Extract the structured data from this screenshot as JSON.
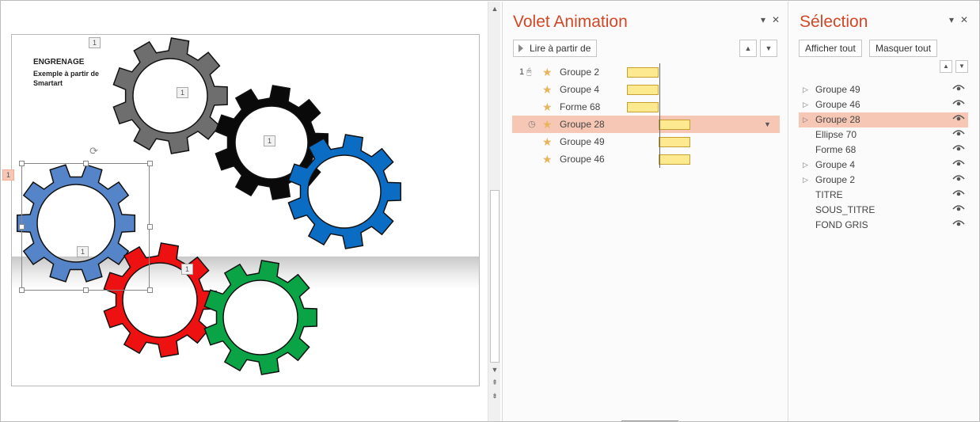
{
  "slide": {
    "title": "ENGRENAGE",
    "subtitle": "Exemple à partir de Smartart",
    "tags": [
      "1",
      "1",
      "1",
      "1",
      "1",
      "1"
    ],
    "selected_tag": "1"
  },
  "gears": [
    {
      "name": "gear-gray",
      "fill": "#6e6e6e"
    },
    {
      "name": "gear-black",
      "fill": "#0a0a0a"
    },
    {
      "name": "gear-blue-dark",
      "fill": "#0b6cc4"
    },
    {
      "name": "gear-blue-light",
      "fill": "#5585c8"
    },
    {
      "name": "gear-red",
      "fill": "#ee1111"
    },
    {
      "name": "gear-green",
      "fill": "#0aa447"
    }
  ],
  "animation_pane": {
    "title": "Volet Animation",
    "play_label": "Lire à partir de",
    "items": [
      {
        "num": "1",
        "label": "Groupe 2"
      },
      {
        "num": "",
        "label": "Groupe 4"
      },
      {
        "num": "",
        "label": "Forme 68"
      },
      {
        "num": "",
        "label": "Groupe 28"
      },
      {
        "num": "",
        "label": "Groupe 49"
      },
      {
        "num": "",
        "label": "Groupe 46"
      }
    ],
    "selected_index": 3
  },
  "selection_pane": {
    "title": "Sélection",
    "show_all": "Afficher tout",
    "hide_all": "Masquer tout",
    "items": [
      {
        "label": "Groupe 49",
        "expandable": true
      },
      {
        "label": "Groupe 46",
        "expandable": true
      },
      {
        "label": "Groupe 28",
        "expandable": true
      },
      {
        "label": "Ellipse 70",
        "expandable": false
      },
      {
        "label": "Forme 68",
        "expandable": false
      },
      {
        "label": "Groupe 4",
        "expandable": true
      },
      {
        "label": "Groupe 2",
        "expandable": true
      },
      {
        "label": "TITRE",
        "expandable": false
      },
      {
        "label": "SOUS_TITRE",
        "expandable": false
      },
      {
        "label": "FOND GRIS",
        "expandable": false
      }
    ],
    "selected_index": 2
  },
  "colors": {
    "accent": "#d24726",
    "selection_highlight": "#f7c7b5",
    "timing_bar": "#fde98f",
    "star": "#e9b45b"
  },
  "icons": {
    "trigger": "mouse-click-icon",
    "clock": "clock-icon",
    "effect": "star-icon",
    "visibility": "eye-icon",
    "close": "close-icon",
    "options": "chevron-down-icon"
  }
}
